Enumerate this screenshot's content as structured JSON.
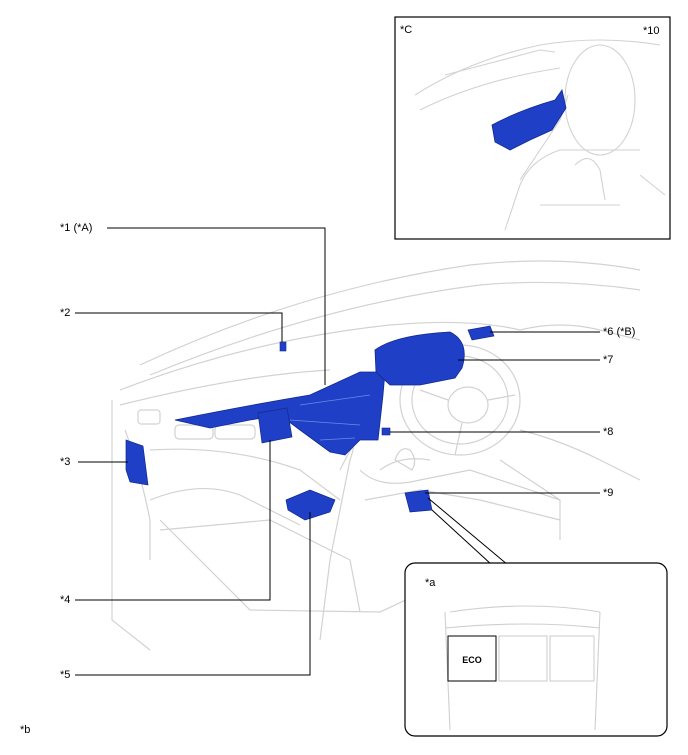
{
  "callouts": {
    "c1": "*1 (*A)",
    "c2": "*2",
    "c3": "*3",
    "c4": "*4",
    "c5": "*5",
    "c6": "*6 (*B)",
    "c7": "*7",
    "c8": "*8",
    "c9": "*9",
    "c10": "*10"
  },
  "inset_c": {
    "label": "*C"
  },
  "inset_a": {
    "label": "*a",
    "button_text": "ECO"
  },
  "footnote": "*b",
  "colors": {
    "part_highlight": "#1f3fc7",
    "part_dark": "#132a8a",
    "interior_line": "#cfcfcf",
    "leader_line": "#000000"
  }
}
